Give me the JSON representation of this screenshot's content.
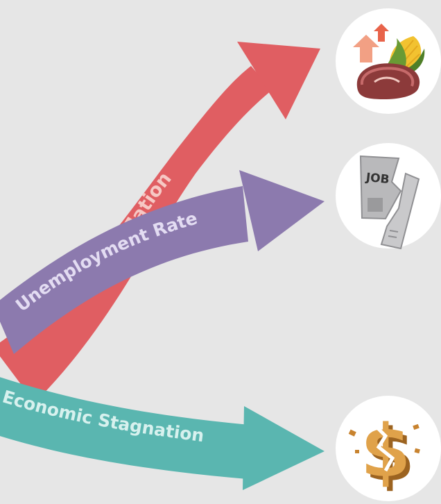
{
  "arrows": {
    "inflation": {
      "label": "Inflation",
      "color": "#e05e62",
      "text_color": "#f6c8c4"
    },
    "unemployment": {
      "label": "Unemployment Rate",
      "color": "#8c7aae",
      "text_color": "#e3dcf2"
    },
    "stagnation": {
      "label": "Economic Stagnation",
      "color": "#5ab6b0",
      "text_color": "#d7f1ee"
    }
  },
  "icons": {
    "food": {
      "name": "food-price-rise-icon",
      "circle_color": "#ffffff"
    },
    "job": {
      "name": "torn-job-paper-icon",
      "paper_label": "JOB"
    },
    "money": {
      "name": "broken-dollar-icon",
      "symbol": "$",
      "color": "#e0a24a"
    }
  }
}
